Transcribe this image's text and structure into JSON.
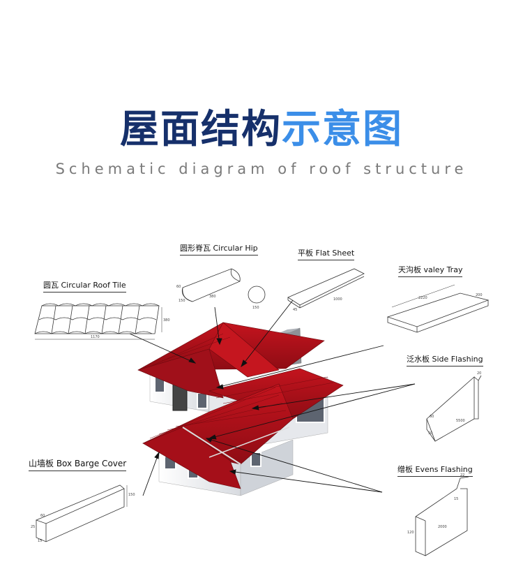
{
  "title": {
    "part1": "屋面结构",
    "part2": "示意图"
  },
  "subtitle": "Schematic diagram of roof structure",
  "labels": {
    "circular_hip": "圆形脊瓦 Circular Hip",
    "flat_sheet": "平板 Flat Sheet",
    "valey_tray": "天沟板 valey Tray",
    "circular_roof_tile": "圆瓦 Circular Roof Tile",
    "side_flashing": "泛水板 Side Flashing",
    "box_barge_cover": "山墙板 Box Barge Cover",
    "evens_flashing": "缯板 Evens Flashing"
  },
  "dims": {
    "roof_tile_w": "1170",
    "roof_tile_h": "380",
    "hip_len": "380",
    "hip_a": "60",
    "hip_b": "150",
    "hip_d": "150",
    "flat_len": "1000",
    "flat_a": "45",
    "tray_len": "2220",
    "tray_w": "200",
    "side_a": "60",
    "side_b": "20",
    "side_c": "50",
    "side_len": "5500",
    "barge_a": "60",
    "barge_b": "25",
    "barge_c": "15",
    "barge_d": "150",
    "evens_a": "22",
    "evens_b": "15",
    "evens_c": "120",
    "evens_len": "2000"
  },
  "colors": {
    "title_dark": "#16306b",
    "title_light": "#3b8ee8",
    "roof": "#b3121c"
  }
}
